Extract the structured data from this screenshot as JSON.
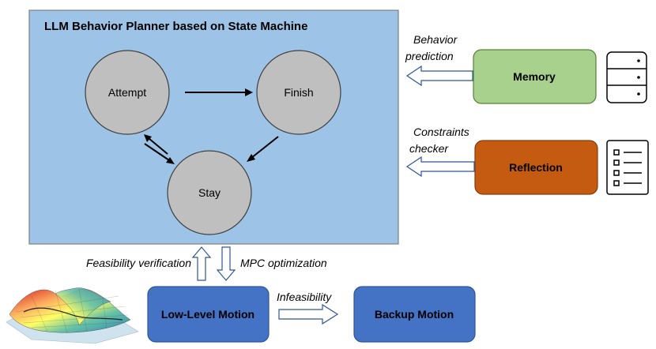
{
  "planner": {
    "title": "LLM Behavior Planner based on State Machine"
  },
  "states": {
    "attempt": "Attempt",
    "finish": "Finish",
    "stay": "Stay"
  },
  "memory": {
    "label": "Memory",
    "arrow_label_line1": "Behavior",
    "arrow_label_line2": "prediction"
  },
  "reflection": {
    "label": "Reflection",
    "arrow_label_line1": "Constraints",
    "arrow_label_line2": "checker"
  },
  "low_level": {
    "label": "Low-Level Motion",
    "up_label": "Feasibility verification",
    "down_label": "MPC optimization"
  },
  "backup": {
    "label": "Backup Motion",
    "arrow_label": "Infeasibility"
  },
  "icons": {
    "memory": "database-icon",
    "reflection": "checklist-icon",
    "surface": "3d-surface-plot-image"
  },
  "colors": {
    "planner_bg": "#9DC3E6",
    "state_fill": "#BFBFBF",
    "memory_fill": "#A9D18E",
    "reflection_fill": "#C55A11",
    "motion_fill": "#4472C4"
  }
}
